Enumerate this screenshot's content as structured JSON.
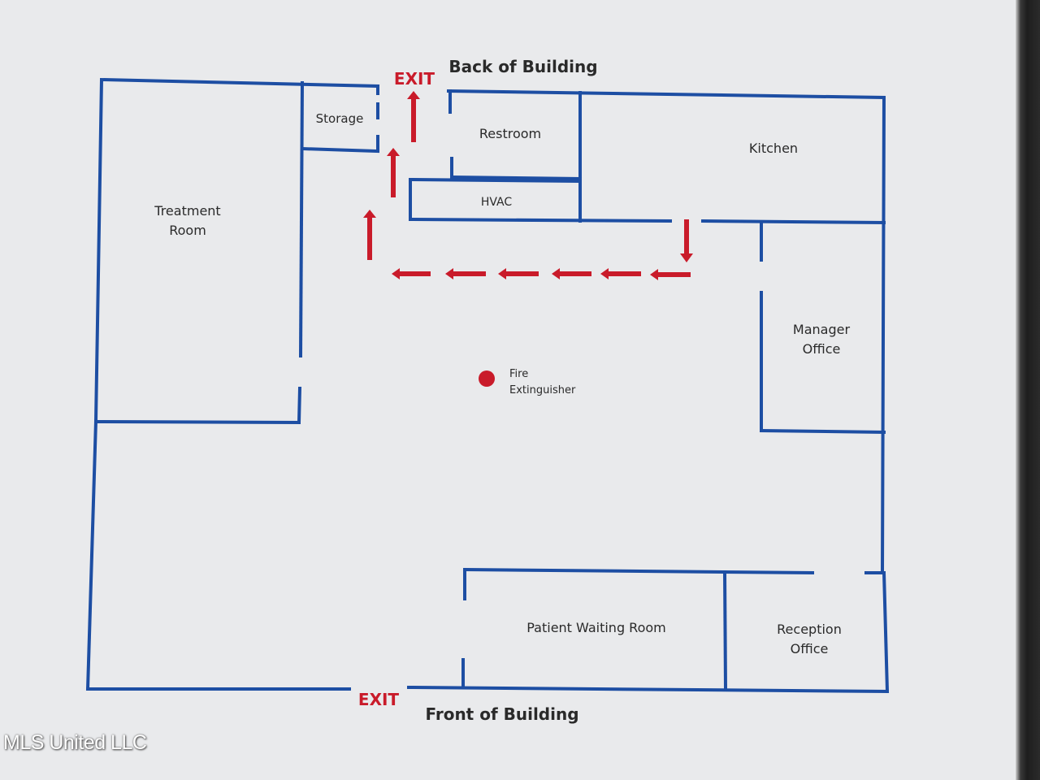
{
  "labels": {
    "back": "Back of Building",
    "front": "Front of Building",
    "exit_back": "EXIT",
    "exit_front": "EXIT"
  },
  "rooms": {
    "storage": "Storage",
    "restroom": "Restroom",
    "kitchen": "Kitchen",
    "hvac": "HVAC",
    "treatment_line1": "Treatment",
    "treatment_line2": "Room",
    "manager_line1": "Manager",
    "manager_line2": "Office",
    "waiting": "Patient Waiting Room",
    "reception_line1": "Reception",
    "reception_line2": "Office"
  },
  "fire_extinguisher": {
    "line1": "Fire",
    "line2": "Extinguisher",
    "color": "#c91b2a"
  },
  "colors": {
    "walls": "#1d4ea3",
    "exit_route": "#c91b2a"
  },
  "watermark": "MLS United LLC"
}
